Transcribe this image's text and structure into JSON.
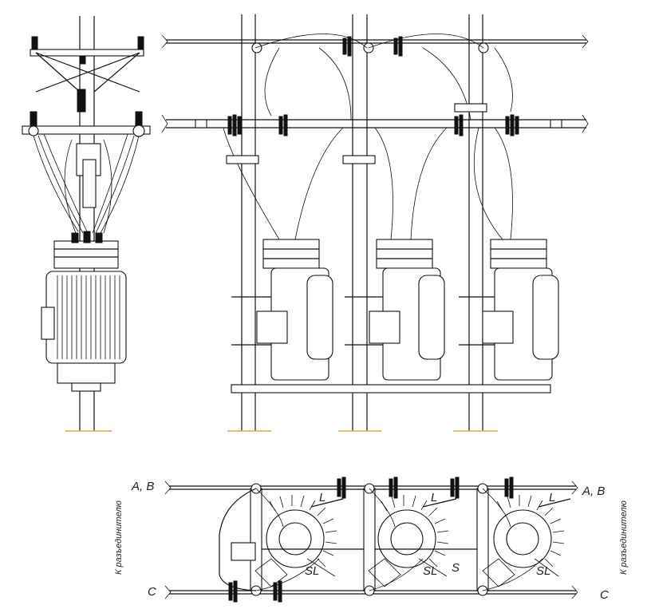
{
  "labels": {
    "ab_left": "A, B",
    "ab_right": "A, B",
    "c_left": "C",
    "c_right": "C",
    "disconnector_left": "К разъединителю",
    "disconnector_right": "К разъединителю",
    "l1": "L",
    "l2": "L",
    "l3": "L",
    "sl1": "SL",
    "sl2": "SL",
    "s3": "S",
    "sl3": "SL"
  },
  "colors": {
    "line": "#111111",
    "ground": "#e8a040",
    "background": "#ffffff"
  }
}
